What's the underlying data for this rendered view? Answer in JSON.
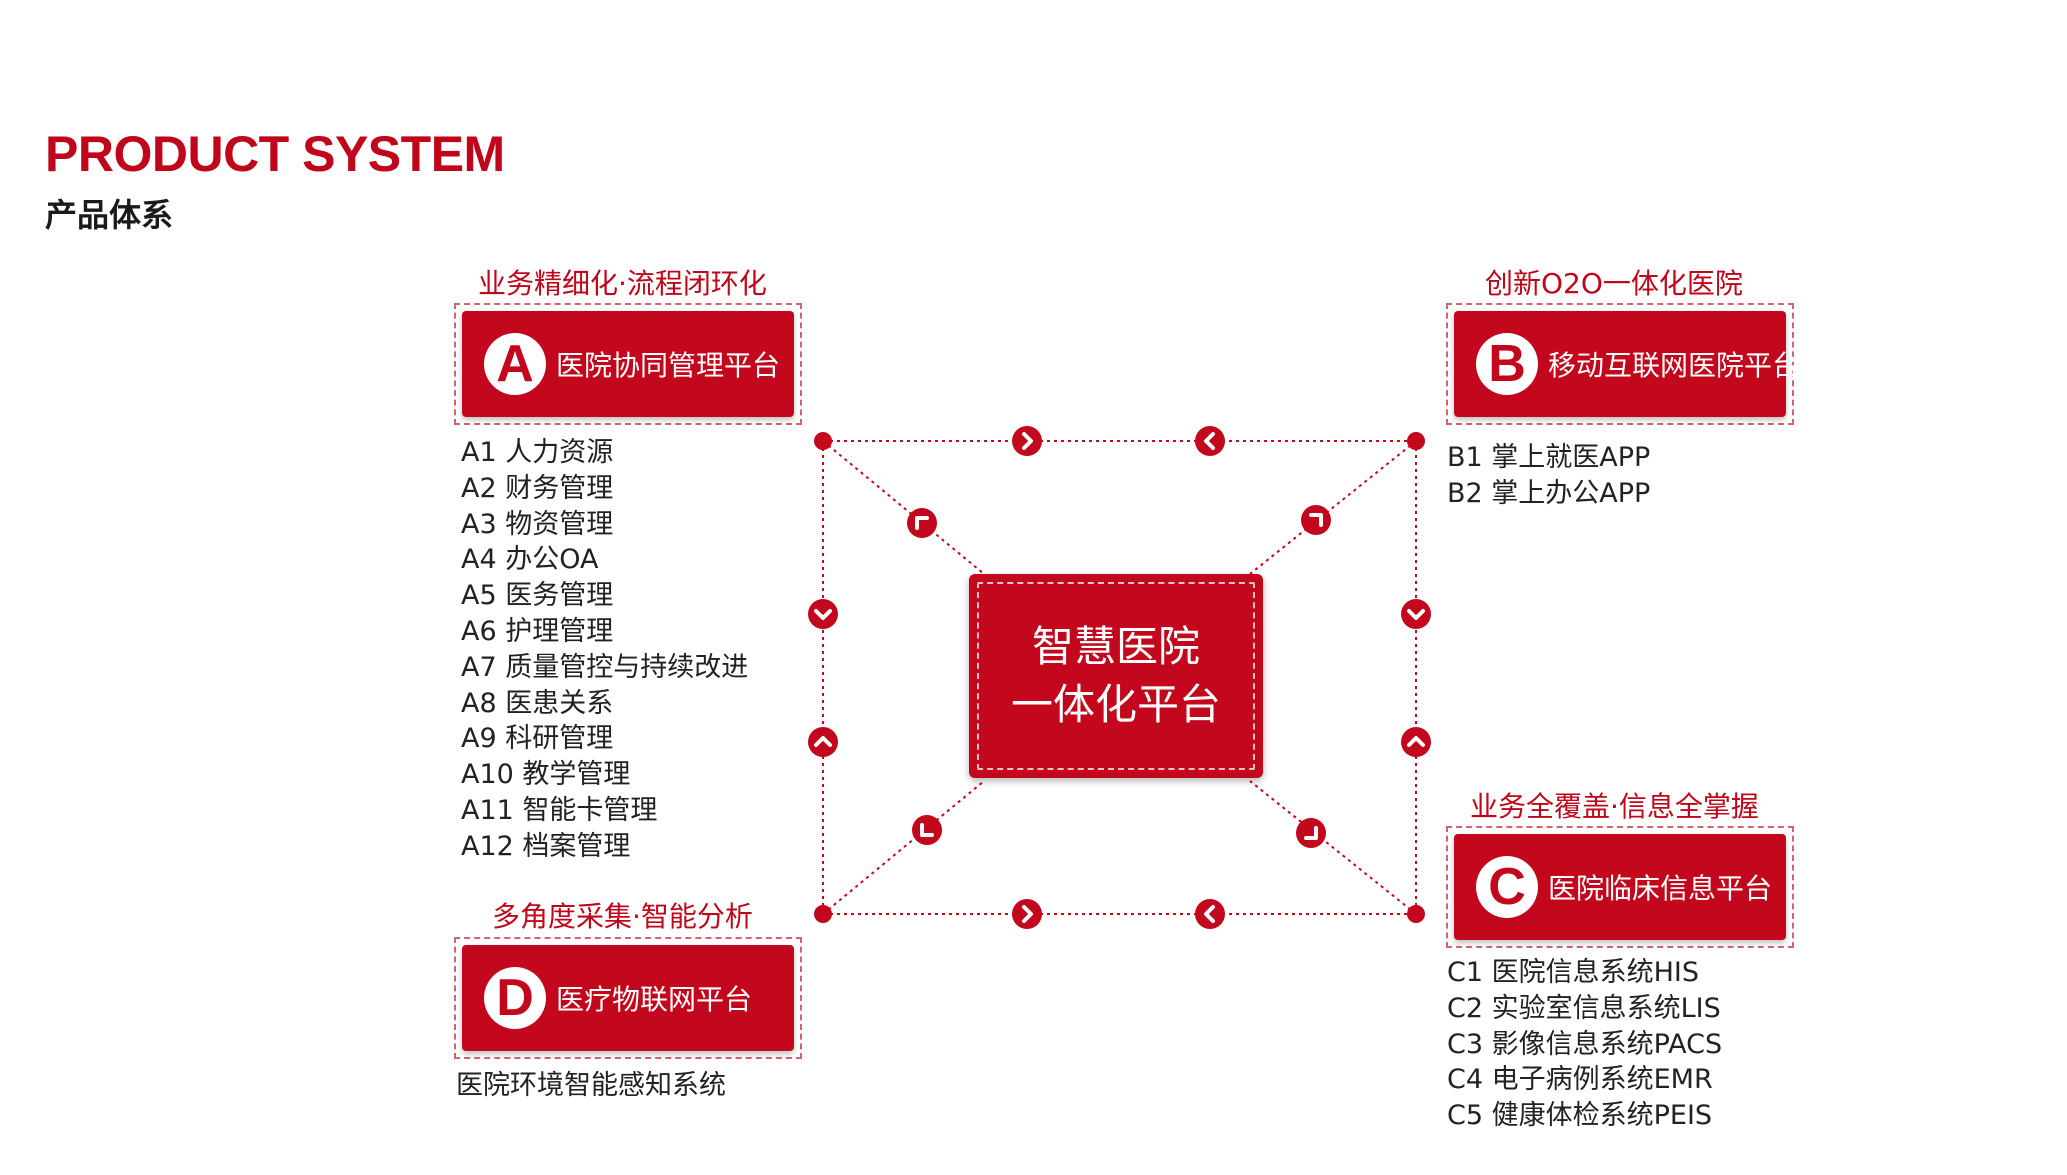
{
  "header": {
    "title_en": "PRODUCT SYSTEM",
    "title_cn": "产品体系"
  },
  "center": {
    "line1": "智慧医院",
    "line2": "一体化平台"
  },
  "platforms": {
    "A": {
      "letter": "A",
      "name": "医院协同管理平台",
      "caption": "业务精细化·流程闭环化",
      "items": [
        "A1 人力资源",
        "A2 财务管理",
        "A3 物资管理",
        "A4 办公OA",
        "A5 医务管理",
        "A6 护理管理",
        "A7 质量管控与持续改进",
        "A8 医患关系",
        "A9 科研管理",
        "A10 教学管理",
        "A11 智能卡管理",
        "A12 档案管理"
      ]
    },
    "B": {
      "letter": "B",
      "name": "移动互联网医院平台",
      "caption": "创新O2O一体化医院",
      "items": [
        "B1 掌上就医APP",
        "B2 掌上办公APP"
      ]
    },
    "C": {
      "letter": "C",
      "name": "医院临床信息平台",
      "caption": "业务全覆盖·信息全掌握",
      "items": [
        "C1 医院信息系统HIS",
        "C2 实验室信息系统LIS",
        "C3 影像信息系统PACS",
        "C4 电子病例系统EMR",
        "C5 健康体检系统PEIS"
      ]
    },
    "D": {
      "letter": "D",
      "name": "医疗物联网平台",
      "caption": "多角度采集·智能分析",
      "items": [
        "医院环境智能感知系统"
      ]
    }
  },
  "colors": {
    "accent": "#c3081d",
    "dash": "#d26470",
    "text": "#222222"
  },
  "icons": {
    "node": "dot",
    "arrow_top_left": "chevron-right-icon",
    "arrow_top_right": "chevron-left-icon",
    "arrow_bottom_left": "chevron-right-icon",
    "arrow_bottom_right": "chevron-left-icon",
    "arrow_left_upper": "chevron-down-icon",
    "arrow_left_lower": "chevron-up-icon",
    "arrow_right_upper": "chevron-down-icon",
    "arrow_right_lower": "chevron-up-icon",
    "diag": "corner-arrow-icon"
  }
}
